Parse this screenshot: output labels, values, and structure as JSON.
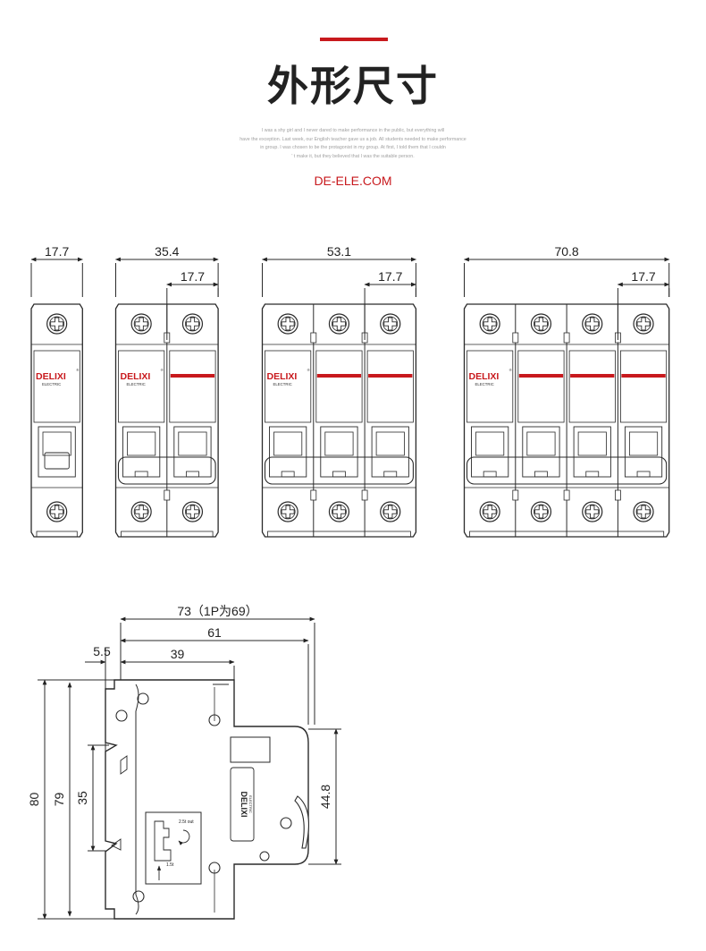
{
  "header": {
    "title": "外形尺寸",
    "tagline_lines": [
      "I was a shy girl and I never dared to make performance in the public, but everything will",
      "have the exception. Last week, our English teacher gave us a job. All students needed to make performance",
      "in group. I was chosen to be the protagonist in my group. At first, I told them that I couldn",
      "' t make it, but they believed that I was the suitable person."
    ],
    "website": "DE-ELE.COM"
  },
  "brand": {
    "name": "DELIXI",
    "sub": "ELECTRIC",
    "mark": "®"
  },
  "front_views": {
    "pole_width": "17.7",
    "totals": [
      "17.7",
      "35.4",
      "53.1",
      "70.8"
    ]
  },
  "side_view": {
    "overall_depth": "73（1P为69）",
    "body_depth": "61",
    "offset": "5.5",
    "front_depth": "39",
    "height_total": "80",
    "height_body": "79",
    "rail_height": "35",
    "front_height": "44.8",
    "label_lines": [
      "2.5t out",
      "1.5t"
    ]
  },
  "colors": {
    "accent": "#c8191d",
    "line": "#2a2a2a"
  }
}
